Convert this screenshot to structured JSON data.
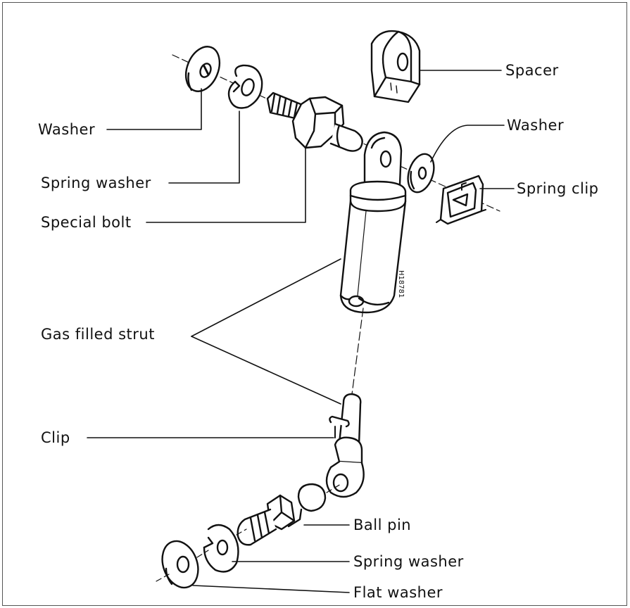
{
  "diagram": {
    "figure_code": "H18781",
    "colors": {
      "ink": "#111111",
      "paper": "#ffffff",
      "frame": "#555555"
    },
    "labels": {
      "washer_left": "Washer",
      "spring_washer_top": "Spring washer",
      "special_bolt": "Special bolt",
      "spacer": "Spacer",
      "washer_right": "Washer",
      "spring_clip": "Spring clip",
      "gas_filled_strut": "Gas filled strut",
      "clip": "Clip",
      "ball_pin": "Ball pin",
      "spring_washer_bottom": "Spring washer",
      "flat_washer": "Flat washer"
    }
  }
}
